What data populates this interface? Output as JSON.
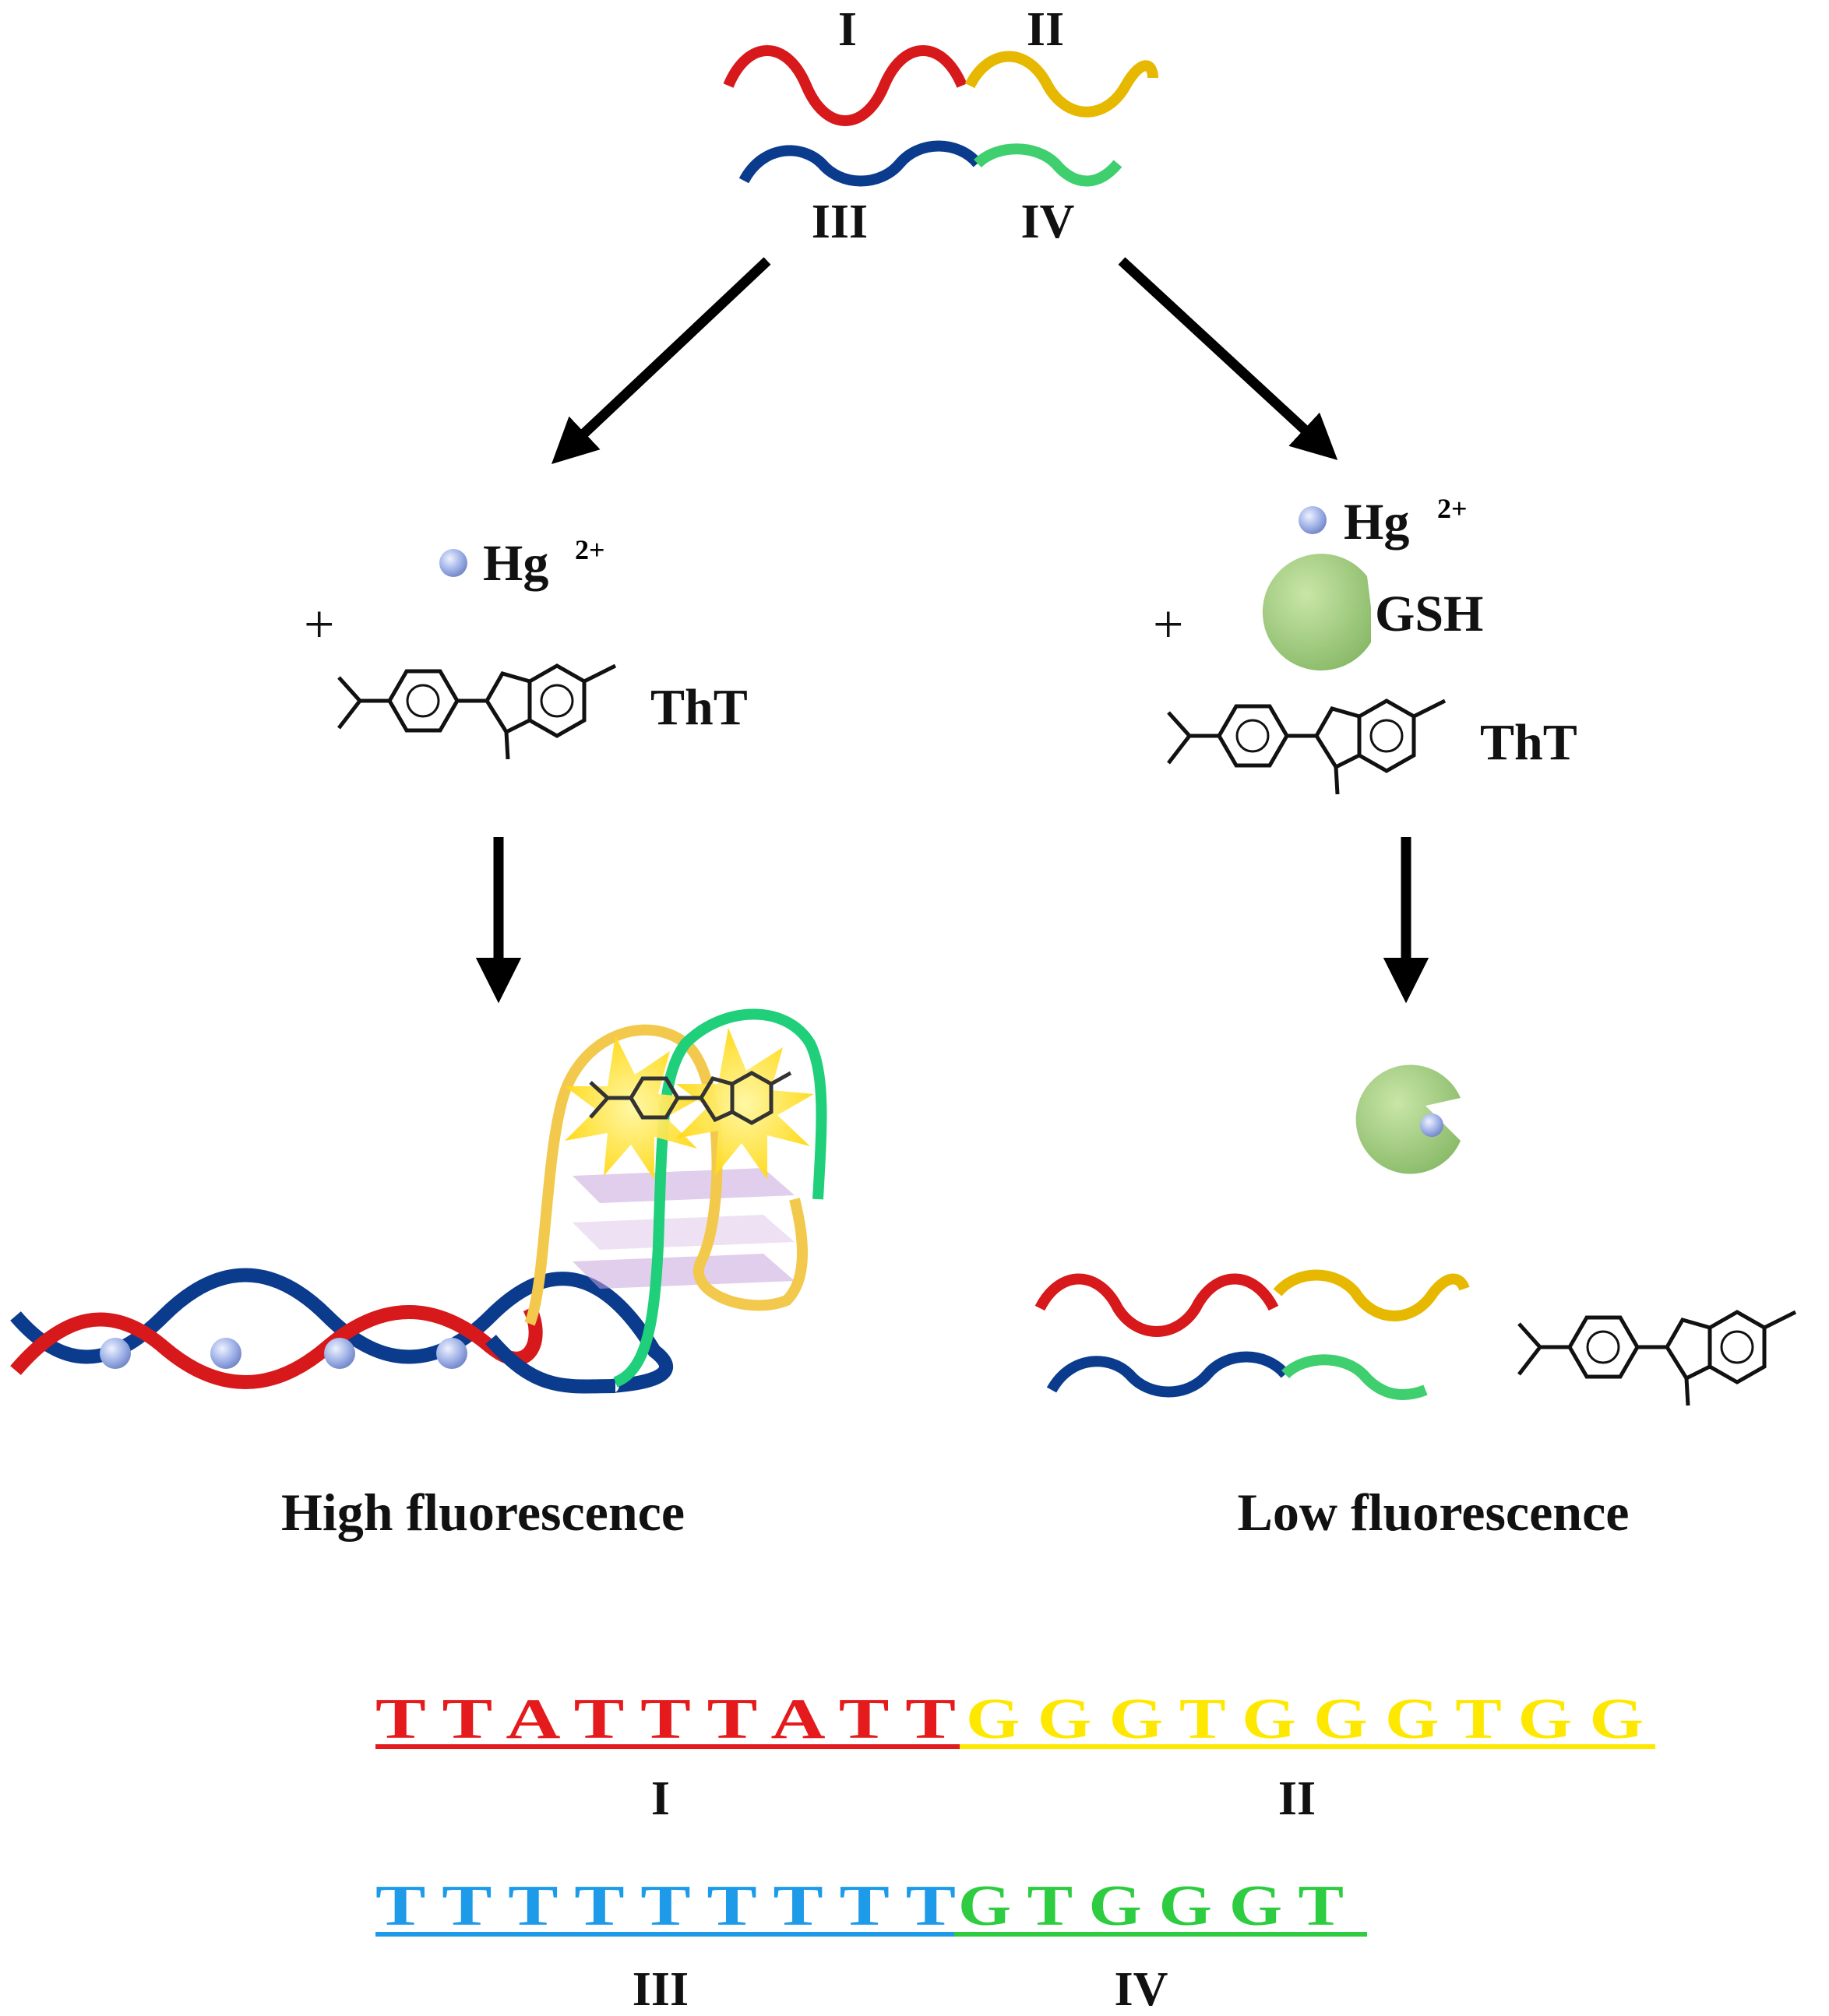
{
  "strand_labels": {
    "I": "I",
    "II": "II",
    "III": "III",
    "IV": "IV"
  },
  "left_branch": {
    "ion": "Hg",
    "charge": "2+",
    "plus": "+",
    "dye": "ThT",
    "result": "High fluorescence"
  },
  "right_branch": {
    "ion": "Hg",
    "charge": "2+",
    "plus": "+",
    "scavenger": "GSH",
    "dye": "ThT",
    "result": "Low fluorescence"
  },
  "sequences": {
    "strand1": {
      "part_a": "T T A T T T A T T",
      "part_b": "G G G T G G G T G G",
      "label_a": "I",
      "label_b": "II"
    },
    "strand2": {
      "part_a": "T T T T T T T T T",
      "part_b": "G T G G G T",
      "label_a": "III",
      "label_b": "IV"
    }
  },
  "colors": {
    "I": "#d7191c",
    "II": "#e6b800",
    "III": "#0b3b8c",
    "IV": "#3fcf6e",
    "seq_I": "#e41a1c",
    "seq_II": "#ffe800",
    "seq_III": "#1e9be8",
    "seq_IV": "#2ecc40",
    "gsh": "#9fcf7a",
    "hg": "#a8b8e8"
  }
}
